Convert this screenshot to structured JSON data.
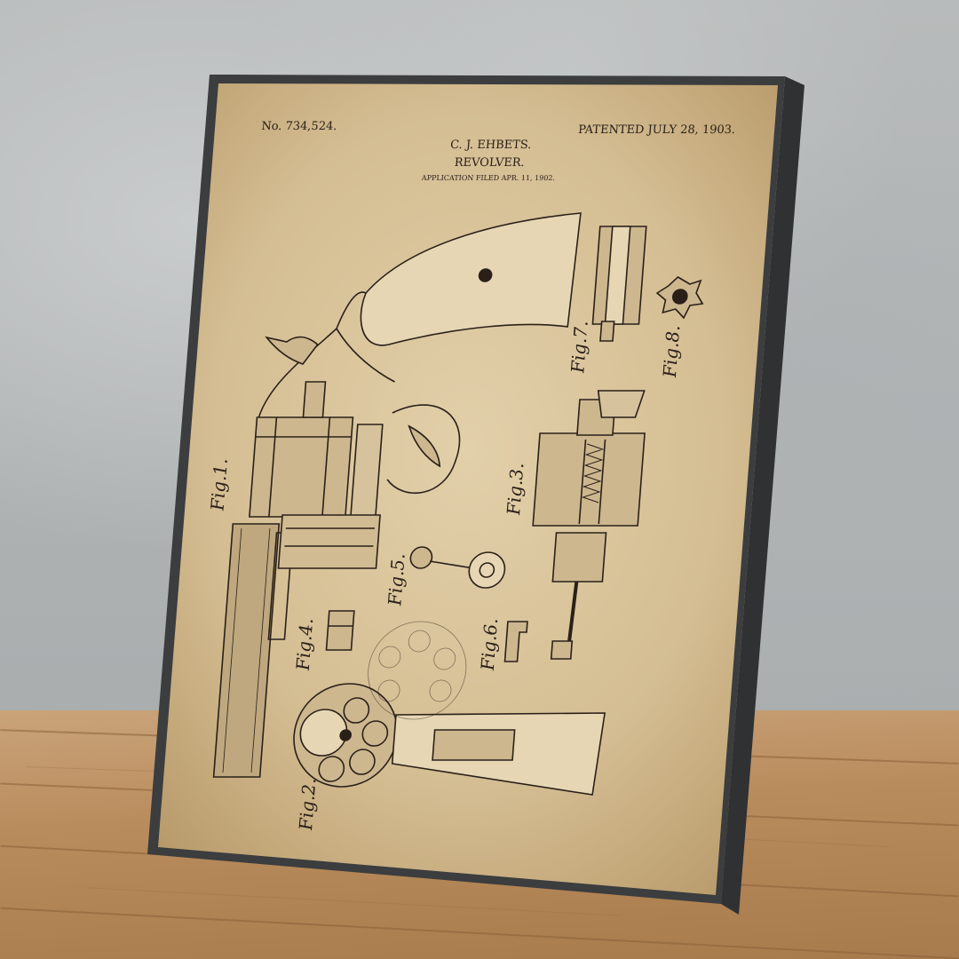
{
  "patent": {
    "number": "No. 734,524.",
    "date": "PATENTED JULY 28, 1903.",
    "inventor": "C. J. EHBETS.",
    "title": "REVOLVER.",
    "application": "APPLICATION FILED APR. 11, 1902."
  },
  "figures": {
    "fig1": "Fig.1.",
    "fig2": "Fig.2.",
    "fig3": "Fig.3.",
    "fig4": "Fig.4.",
    "fig5": "Fig.5.",
    "fig6": "Fig.6.",
    "fig7": "Fig.7.",
    "fig8": "Fig.8."
  },
  "colors": {
    "paper": "#d8c39c",
    "ink": "#2a2018",
    "frame": "#3b3d3e",
    "wall": "#b5b9b9",
    "floor": "#b88a5a"
  }
}
